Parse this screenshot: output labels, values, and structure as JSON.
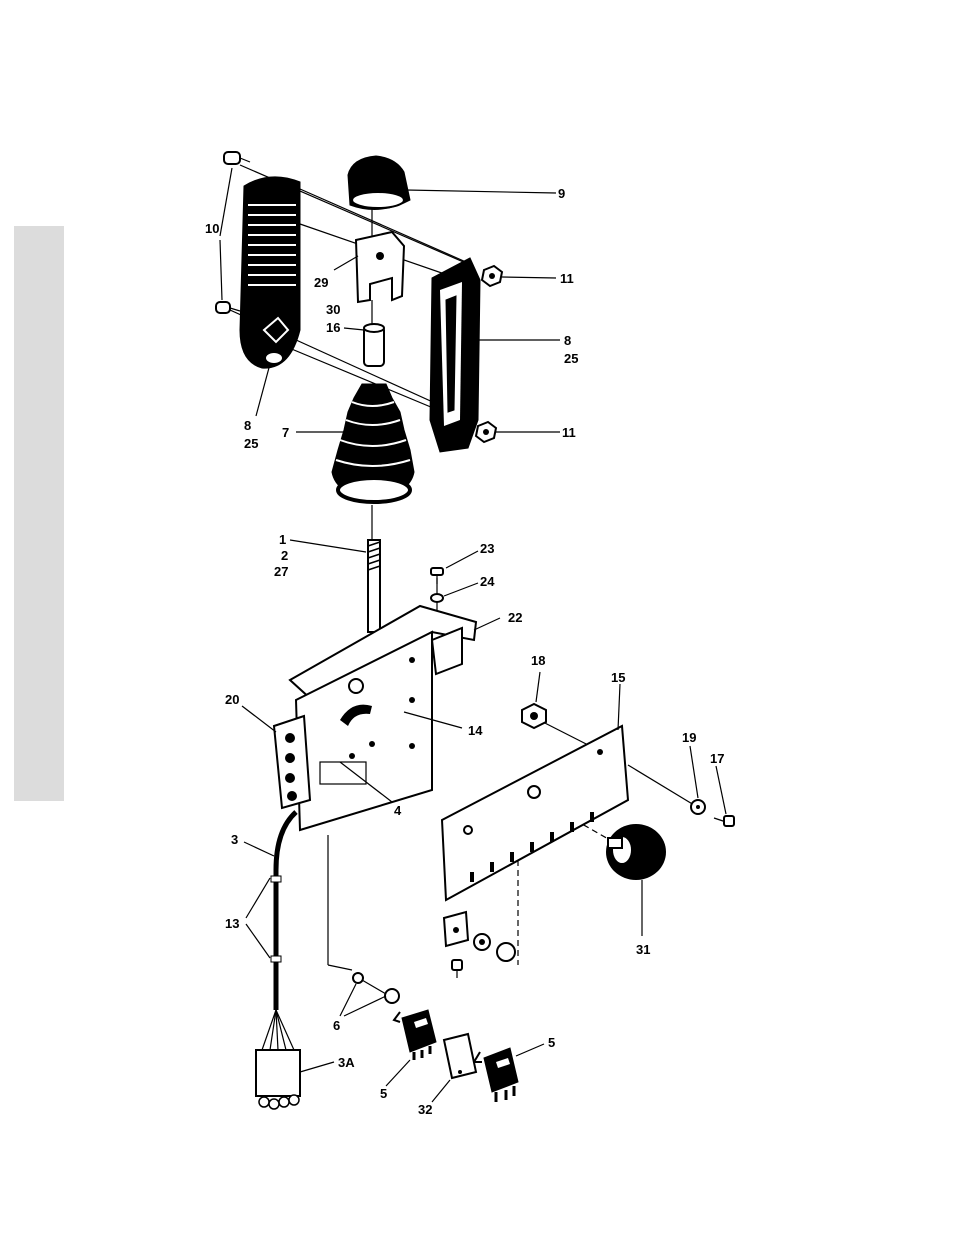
{
  "callouts": {
    "c9": "9",
    "c10": "10",
    "c29": "29",
    "c11a": "11",
    "c30": "30",
    "c16": "16",
    "c8a": "8",
    "c25a": "25",
    "c8b": "8",
    "c25b": "25",
    "c7": "7",
    "c11b": "11",
    "c1": "1",
    "c2": "2",
    "c27": "27",
    "c23": "23",
    "c24": "24",
    "c22": "22",
    "c18": "18",
    "c15": "15",
    "c20": "20",
    "c14": "14",
    "c19": "19",
    "c17": "17",
    "c4": "4",
    "c3": "3",
    "c13": "13",
    "c31": "31",
    "c6": "6",
    "c5a": "5",
    "c3A": "3A",
    "c5b": "5",
    "c32": "32"
  },
  "colors": {
    "ink": "#000000",
    "background": "#ffffff",
    "sidebar_tab": "#dcdcdc"
  }
}
